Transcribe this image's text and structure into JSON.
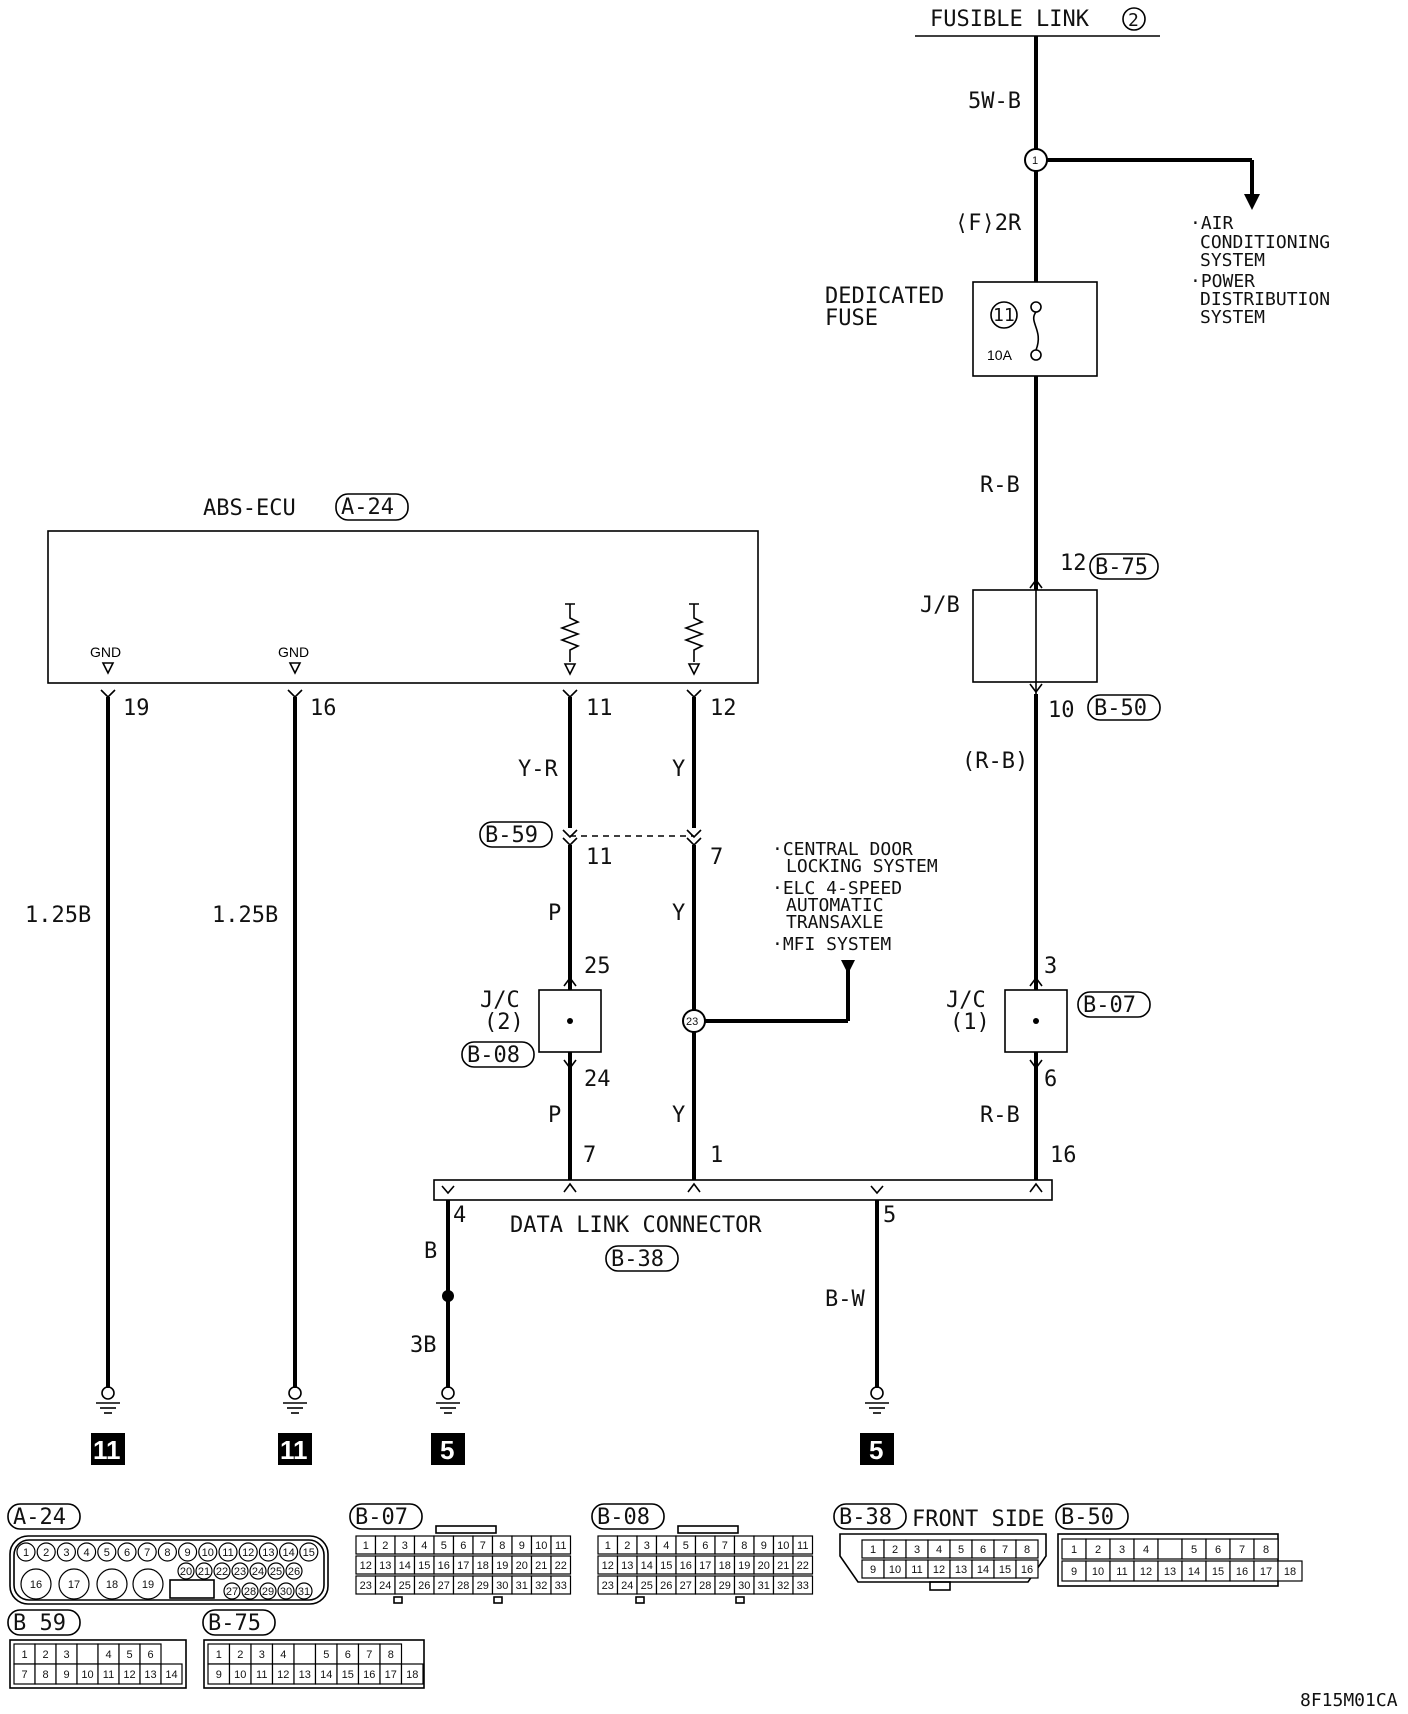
{
  "header": {
    "fusible_link": "FUSIBLE LINK",
    "fusible_link_no": "2"
  },
  "wires": {
    "w_5wb": "5W-B",
    "w_f2r": "⟨F⟩2R",
    "w_rb_top": "R-B",
    "w_rb_paren": "(R-B)",
    "w_rb_low": "R-B",
    "w_yr": "Y-R",
    "w_y1": "Y",
    "w_p1": "P",
    "w_y2": "Y",
    "w_p2": "P",
    "w_y3": "Y",
    "w_125b_a": "1.25B",
    "w_125b_b": "1.25B",
    "w_b": "B",
    "w_3b": "3B",
    "w_bw": "B-W"
  },
  "splice1": "1",
  "splice23": "23",
  "to_systems_1": [
    "·AIR",
    "CONDITIONING",
    "SYSTEM",
    "·POWER",
    "DISTRIBUTION",
    "SYSTEM"
  ],
  "to_systems_2": [
    "·CENTRAL DOOR",
    "LOCKING SYSTEM",
    "·ELC 4-SPEED",
    "AUTOMATIC",
    "TRANSAXLE",
    "·MFI SYSTEM"
  ],
  "fuse": {
    "label1": "DEDICATED",
    "label2": "FUSE",
    "number": "11",
    "rating": "10A"
  },
  "jb": {
    "label": "J/B",
    "pin_top": "12",
    "conn_top": "B-75",
    "pin_bottom": "10",
    "conn_bottom": "B-50"
  },
  "ecu": {
    "label": "ABS-ECU",
    "connector": "A-24",
    "gnd1": "GND",
    "gnd2": "GND",
    "pin19": "19",
    "pin16": "16",
    "pin11": "11",
    "pin12": "12"
  },
  "b59": {
    "connector": "B-59",
    "pin_a": "11",
    "pin_b": "7"
  },
  "jc2": {
    "label1": "J/C",
    "label2": "(2)",
    "connector": "B-08",
    "pin_in": "25",
    "pin_out": "24"
  },
  "jc1": {
    "label1": "J/C",
    "label2": "(1)",
    "connector": "B-07",
    "pin_in": "3",
    "pin_out": "6"
  },
  "dlc": {
    "label": "DATA LINK CONNECTOR",
    "connector": "B-38",
    "pin7": "7",
    "pin1": "1",
    "pin16": "16",
    "pin4": "4",
    "pin5": "5"
  },
  "grounds": {
    "g1": "11",
    "g2": "11",
    "g3": "5",
    "g4": "5"
  },
  "connectors": {
    "a24": "A-24",
    "b07": "B-07",
    "b08": "B-08",
    "b38": "B-38",
    "b38_side": "FRONT SIDE",
    "b50": "B-50",
    "b59": "B 59",
    "b75": "B-75"
  },
  "code": "8F15M01CA"
}
